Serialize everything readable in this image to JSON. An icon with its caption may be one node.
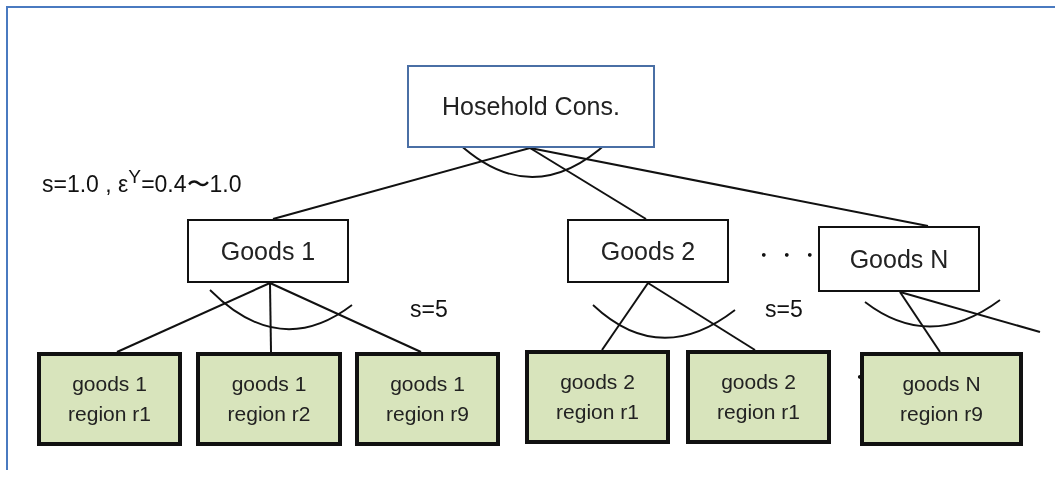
{
  "diagram": {
    "nodes": [
      {
        "text": [
          "Hosehold Cons."
        ]
      },
      {
        "text": [
          "Goods 1"
        ]
      },
      {
        "text": [
          "Goods 2"
        ]
      },
      {
        "text": [
          "Goods N"
        ]
      },
      {
        "text": [
          "goods 1 region r1"
        ]
      },
      {
        "text": [
          "goods 1 region r2"
        ]
      },
      {
        "text": [
          "goods 1 region r9"
        ]
      },
      {
        "text": [
          "goods 2 region r1"
        ]
      },
      {
        "text": [
          "goods 2 region r1"
        ]
      },
      {
        "text": [
          "goods N region r9"
        ]
      }
    ],
    "edges": [
      {
        "from": 0,
        "to": 1,
        "arrow": "none"
      },
      {
        "from": 0,
        "to": 2,
        "arrow": "none"
      },
      {
        "from": 0,
        "to": 3,
        "arrow": "none"
      },
      {
        "from": 1,
        "to": 4,
        "arrow": "none"
      },
      {
        "from": 1,
        "to": 5,
        "arrow": "none"
      },
      {
        "from": 1,
        "to": 6,
        "arrow": "none"
      },
      {
        "from": 2,
        "to": 7,
        "arrow": "none"
      },
      {
        "from": 2,
        "to": 8,
        "arrow": "none"
      },
      {
        "from": 3,
        "to": 9,
        "arrow": "none"
      },
      {
        "from": 3,
        "to": null,
        "arrow": "none"
      }
    ],
    "labels": [
      "s=1.0 , ε$^{Y}$=0.4〜1.0",
      "・・・",
      "s=5",
      "s=5",
      "・"
    ]
  }
}
